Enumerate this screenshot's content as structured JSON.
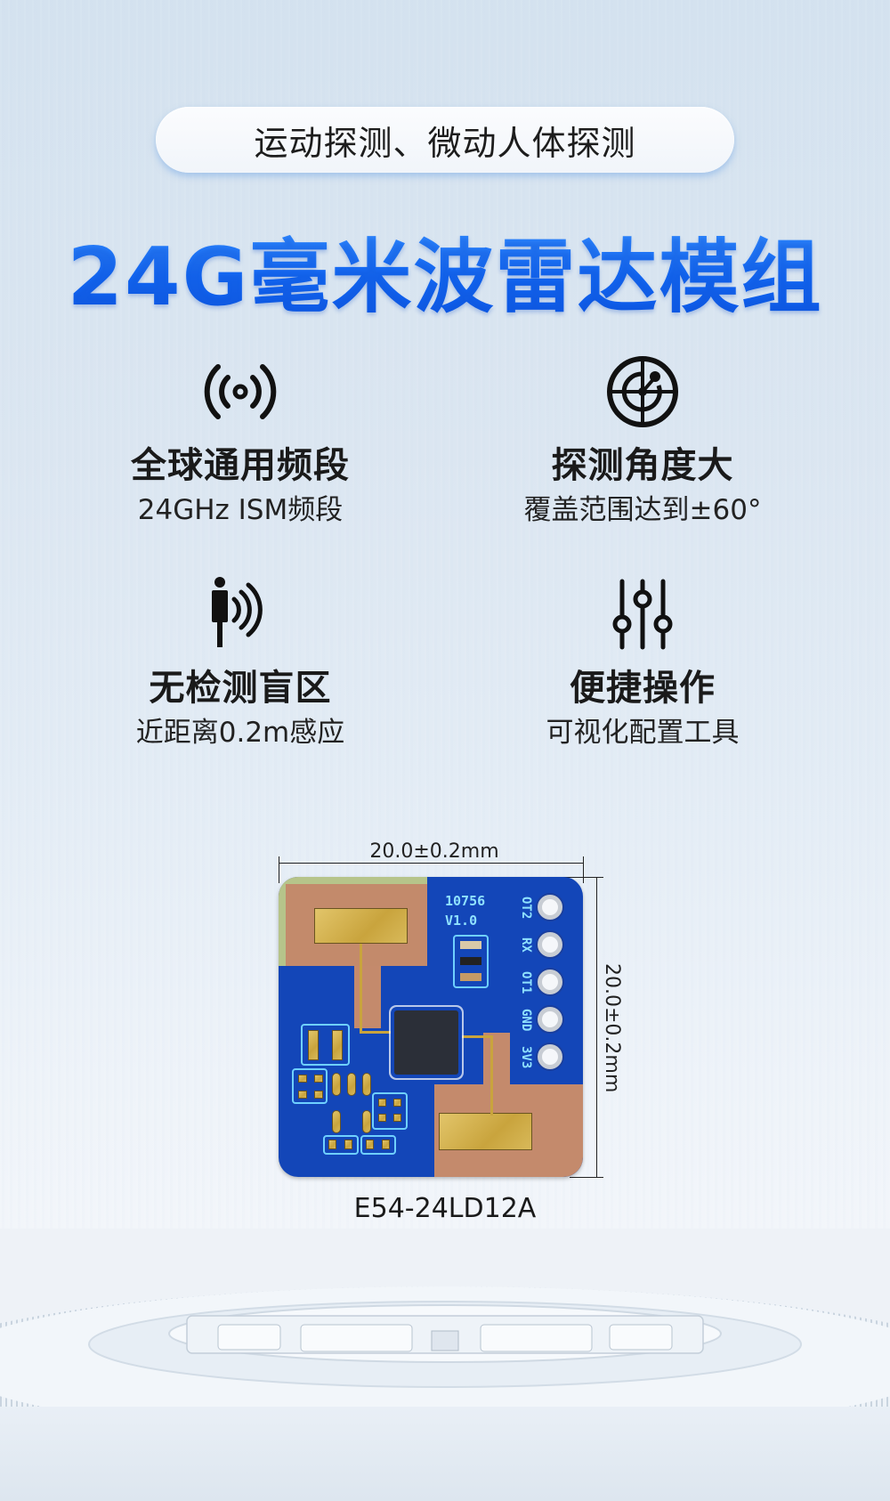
{
  "header": {
    "tagline": "运动探测、微动人体探测",
    "title": "24G毫米波雷达模组"
  },
  "features": [
    {
      "icon": "radio-signal-icon",
      "title": "全球通用频段",
      "subtitle": "24GHz ISM频段"
    },
    {
      "icon": "radar-target-icon",
      "title": "探测角度大",
      "subtitle": "覆盖范围达到±60°"
    },
    {
      "icon": "person-wave-icon",
      "title": "无检测盲区",
      "subtitle": "近距离0.2m感应"
    },
    {
      "icon": "sliders-icon",
      "title": "便捷操作",
      "subtitle": "可视化配置工具"
    }
  ],
  "product": {
    "width_dimension": "20.0±0.2mm",
    "height_dimension": "20.0±0.2mm",
    "model": "E54-24LD12A",
    "pcb_silkscreen": {
      "part_number": "10756",
      "version": "V1.0",
      "pins": [
        "OT2",
        "RX",
        "OT1",
        "GND",
        "3V3"
      ]
    }
  },
  "colors": {
    "title_blue": "#1565f4",
    "pcb_blue": "#1346b8",
    "text_dark": "#1a1a1a"
  }
}
